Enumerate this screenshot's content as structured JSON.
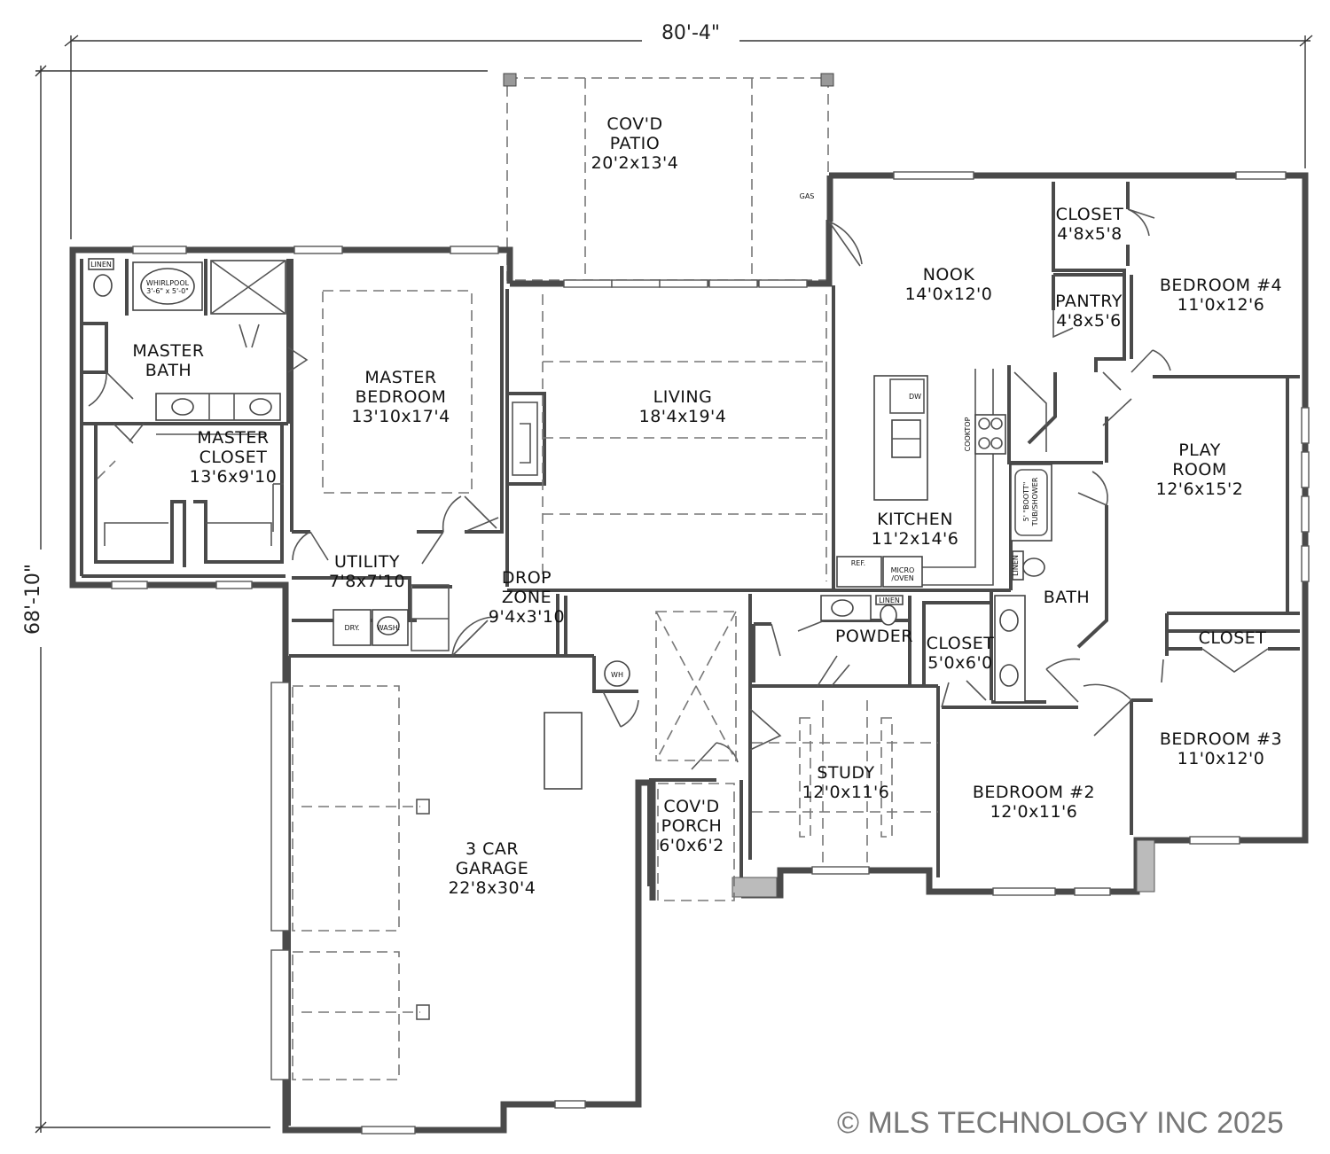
{
  "dimensions": {
    "width": "80'-4\"",
    "depth": "68'-10\""
  },
  "rooms": [
    {
      "id": "patio",
      "lines": [
        "COV'D",
        "PATIO",
        "20'2x13'4"
      ]
    },
    {
      "id": "nook",
      "lines": [
        "NOOK",
        "14'0x12'0"
      ]
    },
    {
      "id": "closet-a",
      "lines": [
        "CLOSET",
        "4'8x5'8"
      ]
    },
    {
      "id": "pantry",
      "lines": [
        "PANTRY",
        "4'8x5'6"
      ]
    },
    {
      "id": "bedroom-4",
      "lines": [
        "BEDROOM #4",
        "11'0x12'6"
      ]
    },
    {
      "id": "master-bath",
      "lines": [
        "MASTER",
        "BATH"
      ]
    },
    {
      "id": "master-bedroom",
      "lines": [
        "MASTER",
        "BEDROOM",
        "13'10x17'4"
      ]
    },
    {
      "id": "living",
      "lines": [
        "LIVING",
        "18'4x19'4"
      ]
    },
    {
      "id": "master-closet",
      "lines": [
        "MASTER",
        "CLOSET",
        "13'6x9'10"
      ]
    },
    {
      "id": "play-room",
      "lines": [
        "PLAY",
        "ROOM",
        "12'6x15'2"
      ]
    },
    {
      "id": "kitchen",
      "lines": [
        "KITCHEN",
        "11'2x14'6"
      ]
    },
    {
      "id": "utility",
      "lines": [
        "UTILITY",
        "7'8x7'10"
      ]
    },
    {
      "id": "bath",
      "lines": [
        "BATH"
      ]
    },
    {
      "id": "drop-zone",
      "lines": [
        "DROP",
        "ZONE",
        "9'4x3'10"
      ]
    },
    {
      "id": "powder",
      "lines": [
        "POWDER"
      ]
    },
    {
      "id": "closet-b",
      "lines": [
        "CLOSET",
        "5'0x6'0"
      ]
    },
    {
      "id": "closet-c",
      "lines": [
        "CLOSET"
      ]
    },
    {
      "id": "bedroom-3",
      "lines": [
        "BEDROOM #3",
        "11'0x12'0"
      ]
    },
    {
      "id": "study",
      "lines": [
        "STUDY",
        "12'0x11'6"
      ]
    },
    {
      "id": "bedroom-2",
      "lines": [
        "BEDROOM #2",
        "12'0x11'6"
      ]
    },
    {
      "id": "porch",
      "lines": [
        "COV'D",
        "PORCH",
        "6'0x6'2"
      ]
    },
    {
      "id": "garage",
      "lines": [
        "3 CAR",
        "GARAGE",
        "22'8x30'4"
      ]
    }
  ],
  "fixtures": {
    "linen": "LINEN",
    "whirlpool": "WHIRLPOOL",
    "whirlpool_size": "3'-6\" x 5'-0\"",
    "gas": "GAS",
    "dw": "DW",
    "cooktop": "COOKTOP",
    "ref": "REF.",
    "micro_1": "MICRO",
    "micro_2": "/OVEN",
    "dry": "DRY.",
    "wash": "WASH.",
    "wh": "WH",
    "tub_1": "5' \"BOOTT\"",
    "tub_2": "TUB/SHOWER"
  },
  "copyright": "© MLS TECHNOLOGY INC 2025"
}
